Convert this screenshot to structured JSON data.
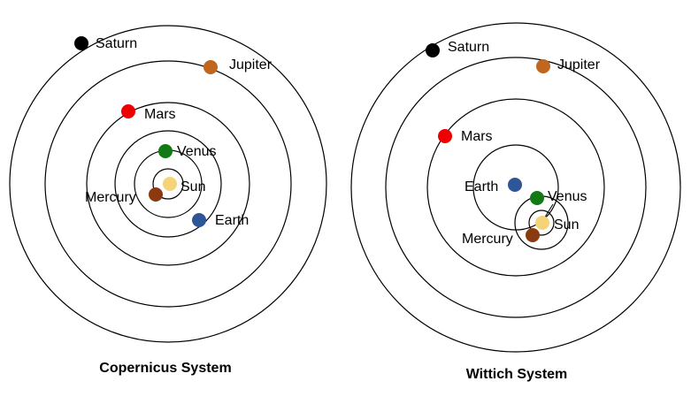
{
  "colors": {
    "saturn": "#000000",
    "jupiter": "#c0661f",
    "mars": "#ee0000",
    "venus": "#137a13",
    "sun": "#f5d478",
    "mercury": "#8b3a10",
    "earth": "#2e5597"
  },
  "copernicus": {
    "title": "Copernicus System",
    "labels": {
      "saturn": "Saturn",
      "jupiter": "Jupiter",
      "mars": "Mars",
      "venus": "Venus",
      "sun": "Sun",
      "mercury": "Mercury",
      "earth": "Earth"
    }
  },
  "wittich": {
    "title": "Wittich System",
    "labels": {
      "saturn": "Saturn",
      "jupiter": "Jupiter",
      "mars": "Mars",
      "earth": "Earth",
      "venus": "Venus",
      "sun": "Sun",
      "mercury": "Mercury"
    }
  }
}
